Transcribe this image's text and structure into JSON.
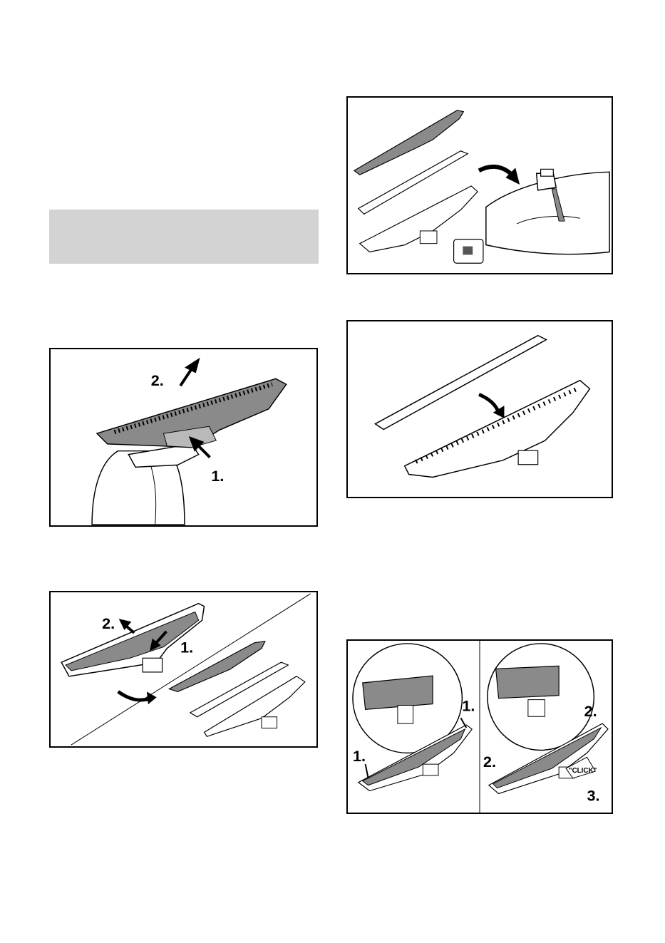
{
  "figures": {
    "remove_blade": {
      "step1": "1.",
      "step2": "2."
    },
    "detach_parts": {
      "step1": "1.",
      "step2": "2."
    },
    "reassemble": {
      "step1_left": "1.",
      "step1_right": "1.",
      "step2_left": "2.",
      "step2_right": "2.",
      "step3": "3.",
      "click": "\"CLICK\""
    }
  },
  "colors": {
    "shading": "#d3d3d3",
    "blade": "#8a8a8a",
    "outline": "#000000"
  }
}
